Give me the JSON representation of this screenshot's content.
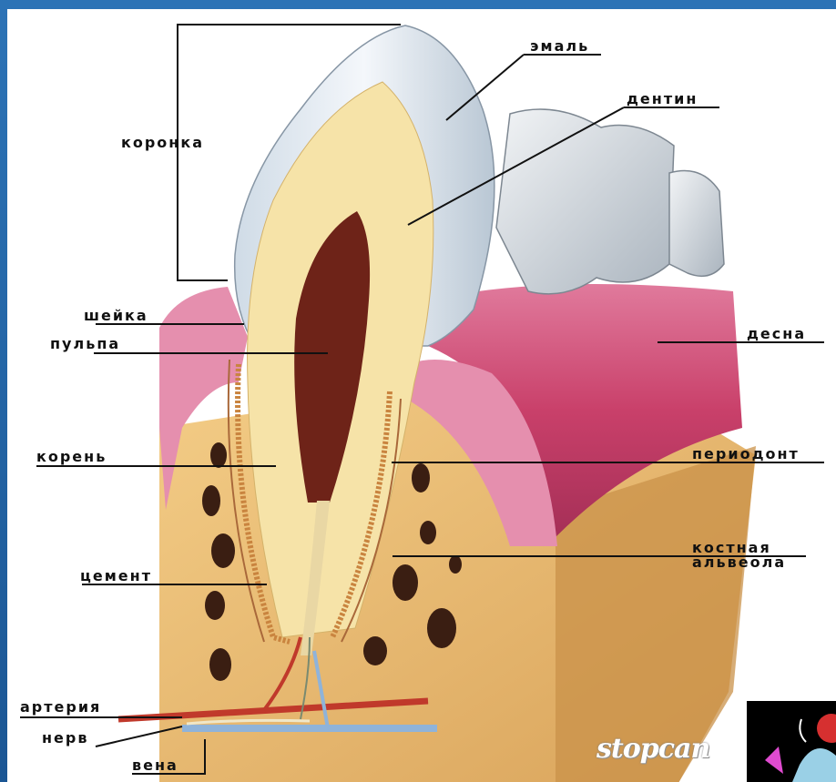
{
  "labels": {
    "crown": "коронка",
    "enamel": "эмаль",
    "dentin": "дентин",
    "neck": "шейка",
    "pulp": "пульпа",
    "gum": "десна",
    "root": "корень",
    "periodontium": "периодонт",
    "alveola_line1": "костная",
    "alveola_line2": "альвеола",
    "cement": "цемент",
    "artery": "артерия",
    "nerve": "нерв",
    "vein": "вена"
  },
  "watermark": "stopcan",
  "colors": {
    "frame": "#1d5fa0",
    "enamel": "#e6ecf3",
    "dentin": "#f6e3a8",
    "pulp": "#6e2318",
    "gum": "#c9406a",
    "bone": "#e9b86c",
    "artery": "#c0392b",
    "vein": "#8fb3d9",
    "nerve": "#f0e7c8"
  }
}
